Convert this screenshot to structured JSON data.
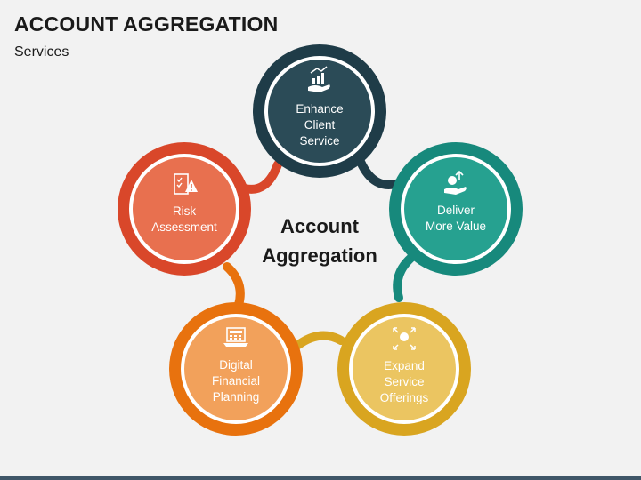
{
  "header": {
    "title": "ACCOUNT AGGREGATION",
    "subtitle": "Services"
  },
  "center": {
    "line1": "Account",
    "line2": "Aggregation"
  },
  "nodes": [
    {
      "id": "enhance",
      "lines": [
        "Enhance",
        "Client",
        "Service"
      ],
      "icon": "hand-growth-chart-icon",
      "outer_color": "#1f3c48",
      "inner_color": "#2b4b57"
    },
    {
      "id": "deliver",
      "lines": [
        "Deliver",
        "More Value"
      ],
      "icon": "hand-coin-arrow-icon",
      "outer_color": "#17897c",
      "inner_color": "#26a190"
    },
    {
      "id": "expand",
      "lines": [
        "Expand",
        "Service",
        "Offerings"
      ],
      "icon": "hands-expand-arrows-icon",
      "outer_color": "#d9a520",
      "inner_color": "#ebc561"
    },
    {
      "id": "digital",
      "lines": [
        "Digital",
        "Financial",
        "Planning"
      ],
      "icon": "laptop-calculator-icon",
      "outer_color": "#e8720e",
      "inner_color": "#f2a15b"
    },
    {
      "id": "risk",
      "lines": [
        "Risk",
        "Assessment"
      ],
      "icon": "clipboard-warning-icon",
      "outer_color": "#d9472a",
      "inner_color": "#e8704f"
    }
  ]
}
